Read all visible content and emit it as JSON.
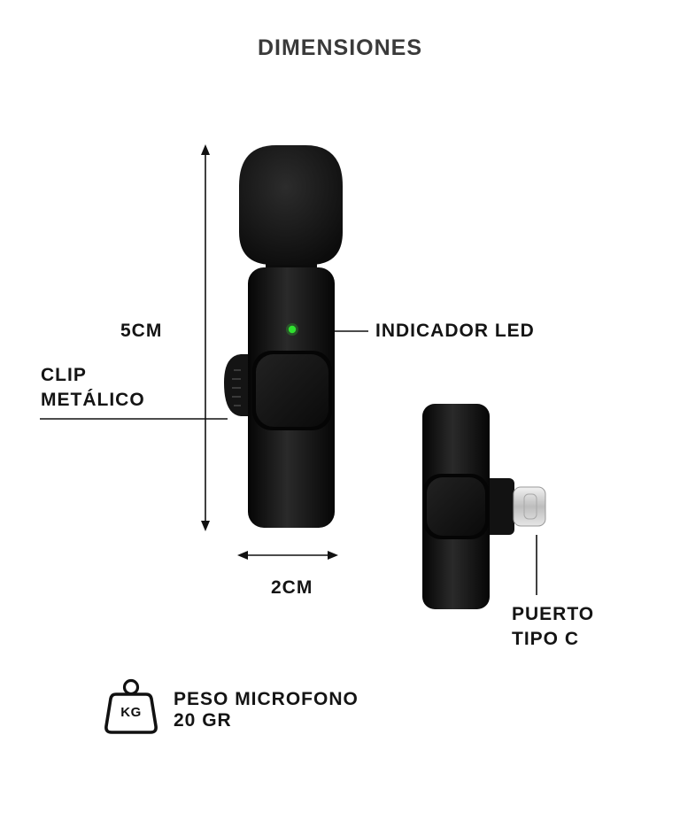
{
  "title": "DIMENSIONES",
  "labels": {
    "height": "5CM",
    "width": "2CM",
    "led": "INDICADOR LED",
    "clip_line1": "CLIP",
    "clip_line2": "METÁLICO",
    "port_line1": "PUERTO",
    "port_line2": "TIPO C",
    "weight_line1": "PESO MICROFONO",
    "weight_line2": "20 GR"
  },
  "weight_icon": {
    "name": "weight-kg-icon",
    "text": "KG"
  },
  "colors": {
    "led": "#2fe12f",
    "body": "#111111",
    "foam": "#181818",
    "connector": "#d6d6d6"
  }
}
